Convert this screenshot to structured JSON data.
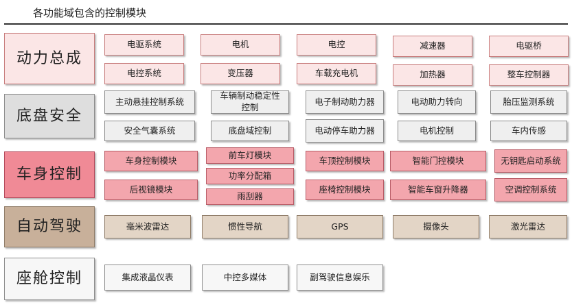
{
  "title": "各功能域包含的控制模块",
  "categories": [
    {
      "name": "动力总成",
      "style": "pink-light",
      "modules": [
        "电驱系统",
        "电机",
        "电控",
        "减速器",
        "电驱桥",
        "电控系统",
        "变压器",
        "车载充电机",
        "加热器",
        "整车控制器"
      ],
      "module_style": "pink-light"
    },
    {
      "name": "底盘安全",
      "style": "grey",
      "modules": [
        "主动悬挂控制系统",
        "车辆制动稳定性控制",
        "电子制动助力器",
        "电动助力转向",
        "胎压监测系统",
        "安全气囊系统",
        "底盘域控制",
        "电动停车助力器",
        "电机控制",
        "车内传感"
      ],
      "module_style": "grey-light"
    },
    {
      "name": "车身控制",
      "style": "pink-strong",
      "modules": [
        "车身控制模块",
        "前车灯模块",
        "车顶控制模块",
        "智能门控模块",
        "无钥匙启动系统",
        "后视镜模块",
        "功率分配箱",
        "雨刮器",
        "座椅控制模块",
        "智能车窗升降器",
        "空调控制系统"
      ],
      "module_style": "pink-mid"
    },
    {
      "name": "自动驾驶",
      "style": "tan",
      "modules": [
        "毫米波雷达",
        "惯性导航",
        "GPS",
        "摄像头",
        "激光雷达"
      ],
      "module_style": "tan-light"
    },
    {
      "name": "座舱控制",
      "style": "white-box",
      "modules": [
        "集成液晶仪表",
        "中控多媒体",
        "副驾驶信息娱乐"
      ],
      "module_style": "white-box"
    }
  ]
}
